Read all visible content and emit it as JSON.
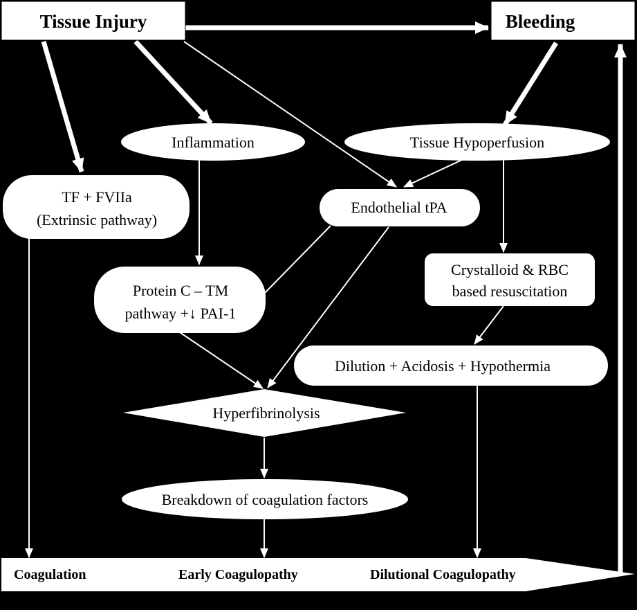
{
  "nodes": {
    "tissue_injury": "Tissue Injury",
    "bleeding": "Bleeding",
    "inflammation": "Inflammation",
    "tissue_hypoperfusion": "Tissue Hypoperfusion",
    "tf_fviia_line1": "TF + FVIIa",
    "tf_fviia_line2": "(Extrinsic pathway)",
    "endothelial_tpa": "Endothelial tPA",
    "protein_c_line1": "Protein C – TM",
    "protein_c_line2": "pathway +↓ PAI-1",
    "crystalloid_line1": "Crystalloid & RBC",
    "crystalloid_line2": "based resuscitation",
    "dilution": "Dilution + Acidosis + Hypothermia",
    "hyperfibrinolysis": "Hyperfibrinolysis",
    "breakdown": "Breakdown of coagulation  factors"
  },
  "bottom_bar": {
    "coagulation": "Coagulation",
    "early": "Early Coagulopathy",
    "dilutional": "Dilutional Coagulopathy"
  },
  "colors": {
    "background": "#000000",
    "shapes": "#ffffff",
    "text": "#000000"
  }
}
